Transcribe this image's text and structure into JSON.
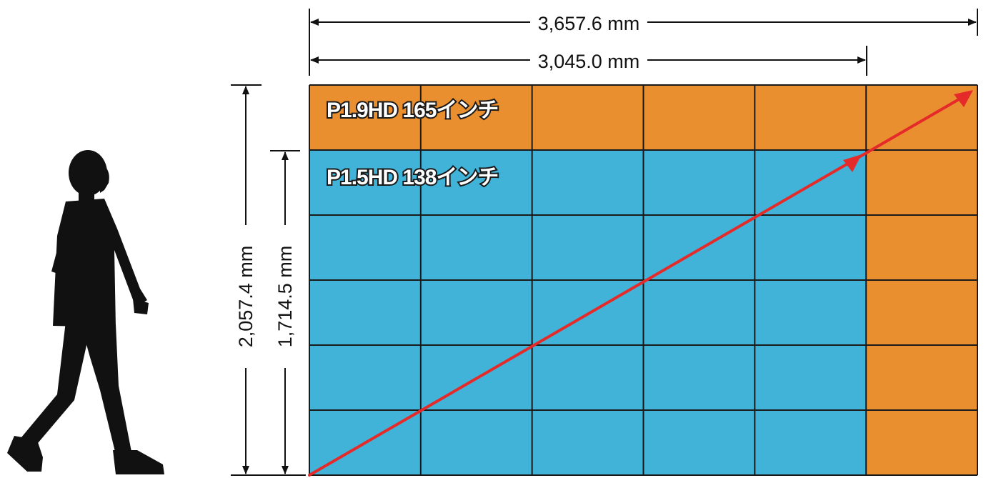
{
  "diagram": {
    "grid": {
      "columns": 6,
      "rows": 6,
      "large_screen": {
        "columns": 6,
        "rows": 6
      },
      "small_screen": {
        "columns": 5,
        "rows": 5
      }
    },
    "colors": {
      "large_screen_fill": "#ea8f2f",
      "small_screen_fill": "#41b3d8",
      "grid_line": "#1a1a1a",
      "diagonal_arrow": "#e52a2a",
      "silhouette": "#111111",
      "dimension_line": "#111111",
      "label_fill": "#ffffff",
      "label_outline": "#1a1a1a"
    },
    "labels": {
      "large_screen": "P1.9HD 165インチ",
      "small_screen": "P1.5HD 138インチ"
    },
    "dimensions": {
      "large_width": "3,657.6 mm",
      "small_width": "3,045.0 mm",
      "large_height": "2,057.4 mm",
      "small_height": "1,714.5 mm"
    },
    "icons": {
      "person": "walking-person-silhouette-icon",
      "arrow": "diagonal-arrow-icon"
    }
  }
}
